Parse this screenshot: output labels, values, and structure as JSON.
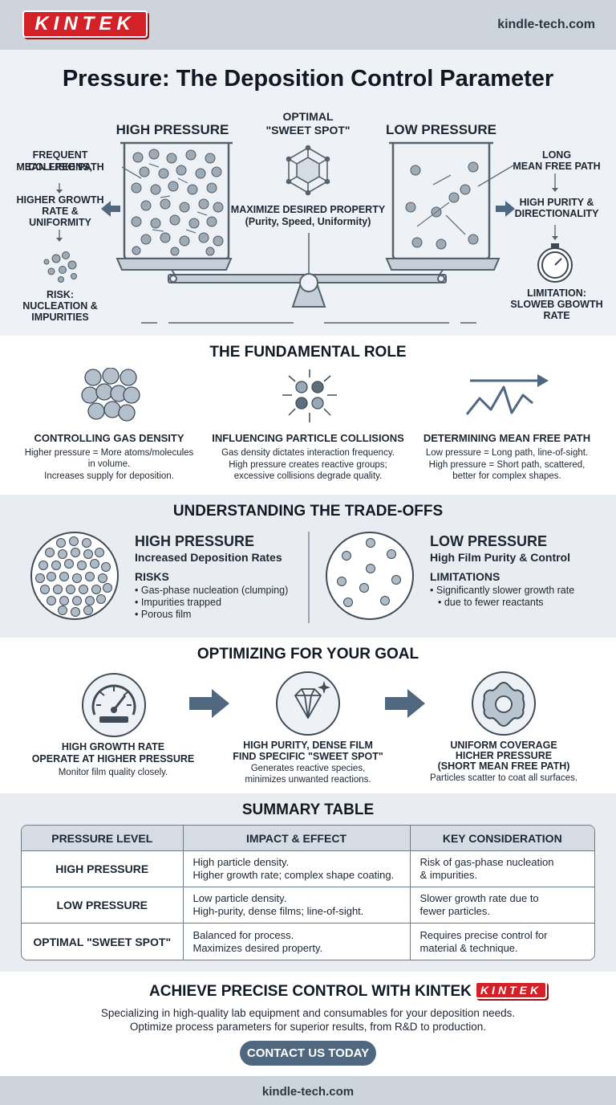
{
  "brand": {
    "logo_text": "KINTEK",
    "site": "kindle-tech.com"
  },
  "colors": {
    "brand_red": "#d42128",
    "accent_blue": "#4f6880",
    "ink": "#1d2733"
  },
  "hero": {
    "title": "Pressure: The Deposition Control Parameter",
    "high_label": "HIGH PRESSURE",
    "low_label": "LOW PRESSURE",
    "sweet_spot_line1": "OPTIMAL",
    "sweet_spot_line2": "\"SWEET SPOT\"",
    "sweet_spot_desc1": "MAXIMIZE DESIRED PROPERTY",
    "sweet_spot_desc2": "(Purity, Speed, Uniformity)",
    "high_notes": {
      "collisions_1": "FREQUENT COLLISIONS,",
      "collisions_2": "MEAN FREE PATH",
      "growth_1": "HIGHER GROWTH",
      "growth_2": "RATE &",
      "growth_3": "UNIFORMITY",
      "risk_1": "RISK:",
      "risk_2": "NUCLEATION &",
      "risk_3": "IMPURITIES"
    },
    "low_notes": {
      "path_1": "LONG",
      "path_2": "MEAN FREE PATH",
      "purity_1": "HIGH PURITY &",
      "purity_2": "DIRECTIONALITY",
      "limit_1": "LIMITATION:",
      "limit_2": "SLOWEB GBOWTH",
      "limit_3": "RATE"
    }
  },
  "role": {
    "title": "THE FUNDAMENTAL ROLE",
    "items": [
      {
        "heading": "CONTROLLING GAS DENSITY",
        "line1": "Higher pressure = More atoms/molecules",
        "line2": "in volume.",
        "line3": "Increases supply for deposition."
      },
      {
        "heading": "INFLUENCING PARTICLE COLLISIONS",
        "line1": "Gas density dictates interaction frequency.",
        "line2": "High pressure creates reactive groups;",
        "line3": "excessive collisions degrade quality."
      },
      {
        "heading": "DETERMINING MEAN FREE PATH",
        "line1": "Low pressure = Long path, line-of-sight.",
        "line2": "High pressure = Short path, scattered,",
        "line3": "better for complex shapes."
      }
    ]
  },
  "tradeoffs": {
    "title": "UNDERSTANDING THE TRADE-OFFS",
    "high": {
      "heading": "HIGH PRESSURE",
      "subheading": "Increased Deposition Rates",
      "list_title": "RISKS",
      "items": [
        "Gas-phase nucleation (clumping)",
        "Impurities trapped",
        "Porous film"
      ]
    },
    "low": {
      "heading": "LOW PRESSURE",
      "subheading": "High Film Purity & Control",
      "list_title": "LIMITATIONS",
      "items": [
        "Significantly slower growth rate",
        "due to fewer reactants"
      ]
    }
  },
  "optimize": {
    "title": "OPTIMIZING FOR YOUR GOAL",
    "goals": [
      {
        "line1": "HIGH GROWTH RATE",
        "line2": "OPERATE AT HIGHER PRESSURE",
        "line3": "Monitor film quality closely.",
        "line4": ""
      },
      {
        "line1": "HIGH PURITY, DENSE FILM",
        "line2": "FIND SPECIFIC \"SWEET SPOT\"",
        "line3": "Generates reactive species,",
        "line4": "minimizes unwanted reactions."
      },
      {
        "line1": "UNIFORM COVERAGE",
        "line2": "HICHER PRESSURE",
        "line3": "(SHORT MEAN FREE PATH)",
        "line4": "Particles scatter to coat all surfaces."
      }
    ]
  },
  "summary": {
    "title": "SUMMARY TABLE",
    "headers": [
      "PRESSURE LEVEL",
      "IMPACT & EFFECT",
      "KEY CONSIDERATION"
    ],
    "rows": [
      {
        "level": "HIGH PRESSURE",
        "impact1": "High particle density.",
        "impact2": "Higher growth rate; complex shape coating.",
        "consider1": "Risk of gas-phase nucleation",
        "consider2": "& impurities."
      },
      {
        "level": "LOW PRESSURE",
        "impact1": "Low particle density.",
        "impact2": "High-purity, dense films; line-of-sight.",
        "consider1": "Slower growth rate due to",
        "consider2": "fewer particles."
      },
      {
        "level": "OPTIMAL \"SWEET SPOT\"",
        "impact1": "Balanced for process.",
        "impact2": "Maximizes desired property.",
        "consider1": "Requires precise control for",
        "consider2": "material & technique."
      }
    ]
  },
  "cta": {
    "title": "ACHIEVE PRECISE CONTROL WITH KINTEK",
    "line1": "Specializing in high-quality lab equipment and consumables for your deposition needs.",
    "line2": "Optimize process parameters for superior results, from R&D to production.",
    "button": "CONTACT US TODAY"
  }
}
